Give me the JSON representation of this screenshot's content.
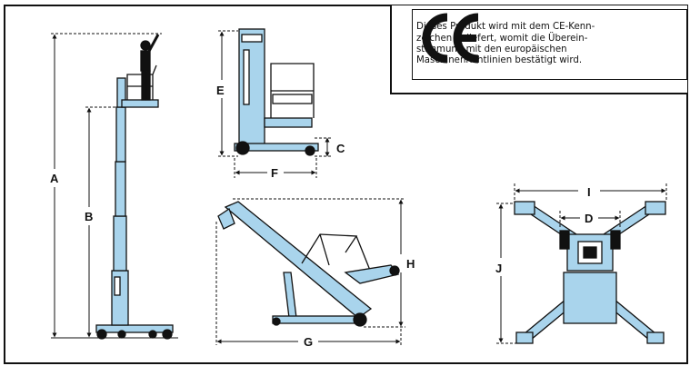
{
  "labels": {
    "a": "A",
    "b": "B",
    "c": "C",
    "d": "D",
    "e": "E",
    "f": "F",
    "g": "G",
    "h": "H",
    "i": "I",
    "j": "J"
  },
  "ce": {
    "mark": "CE",
    "text": "Dieses Produkt wird mit dem CE-Kenn-\nzeichen geliefert, womit die Überein-\nstimmung mit den europäischen\nMaschinenrichtlinien bestätigt wird."
  },
  "colors": {
    "machine_fill": "#a9d4ec",
    "outline": "#111111",
    "dimension": "#111111"
  }
}
